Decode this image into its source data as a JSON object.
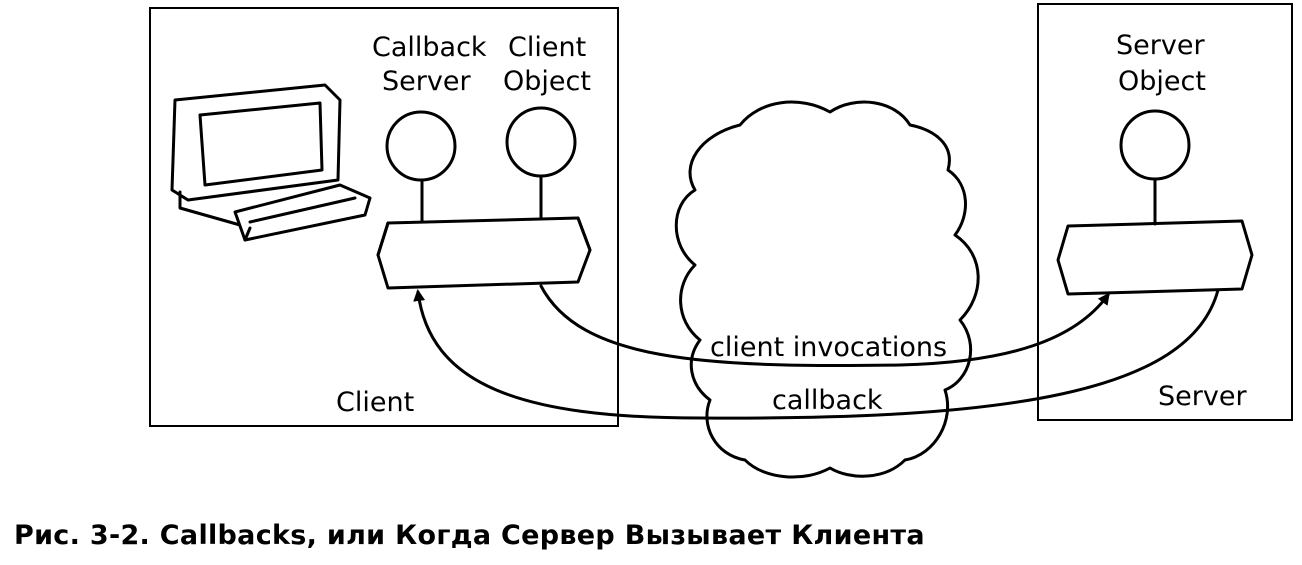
{
  "nodes": {
    "callback_server": {
      "line1": "Callback",
      "line2": "Server"
    },
    "client_object": {
      "line1": "Client",
      "line2": "Object"
    },
    "server_object": {
      "line1": "Server",
      "line2": "Object"
    }
  },
  "containers": {
    "client": "Client",
    "server": "Server"
  },
  "edges": {
    "client_invocations": "client invocations",
    "callback": "callback"
  },
  "caption": "Рис. 3-2. Callbacks, или Когда Сервер Вызывает Клиента",
  "icons": [
    "computer-icon",
    "network-cloud-icon"
  ]
}
